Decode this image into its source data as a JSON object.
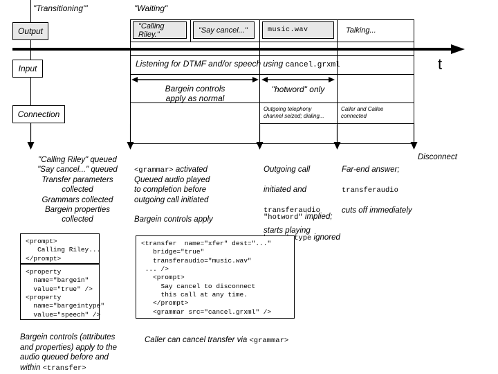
{
  "diagram": {
    "title_transitioning": "\"Transitioning\"'",
    "title_waiting": "\"Waiting\"",
    "time_axis_label": "t"
  },
  "lanes": [
    {
      "key": "output",
      "label": "Output"
    },
    {
      "key": "input",
      "label": "Input"
    },
    {
      "key": "connection",
      "label": "Connection"
    }
  ],
  "output_chips": [
    {
      "label": "\"Calling Riley.\"",
      "style": "sans"
    },
    {
      "label": "\"Say cancel...\"",
      "style": "sans"
    },
    {
      "label": "music.wav",
      "style": "mono"
    },
    {
      "label": "Talking...",
      "style": "plain"
    }
  ],
  "input_row": {
    "text_prefix": "Listening for DTMF and/or speech using ",
    "text_code": "cancel.grxml"
  },
  "bargein_spans": [
    {
      "key": "normal",
      "label": "Bargein controls\napply as normal"
    },
    {
      "key": "hotword",
      "label": "\"hotword\" only"
    }
  ],
  "connection_cells": [
    {
      "key": "dialing",
      "label": "Outgoing telephony\nchannel seized; dialing..."
    },
    {
      "key": "connected",
      "label": "Caller and Callee\nconnected"
    }
  ],
  "annotations": [
    {
      "key": "collected",
      "lines": "\"Calling Riley\" queued\n\"Say cancel...\" queued\nTransfer parameters\n    collected\nGrammars collected\nBargein properties\n    collected"
    },
    {
      "key": "grammar-activated",
      "head_code": "<grammar>",
      "head_tail": " activated",
      "body": "Queued audio played\nto completion before\noutgoing call initiated",
      "footer": "Bargein controls apply"
    },
    {
      "key": "outgoing-call",
      "l1": "Outgoing call",
      "l2": "initiated and",
      "l3_code": "transferaudio",
      "l4": "starts playing",
      "hot1_code": "\"hotword\"",
      "hot1_tail": " implied;",
      "hot2_code": "bargeintype",
      "hot2_tail": " ignored"
    },
    {
      "key": "far-end-answer",
      "l1": "Far-end answer;",
      "l2_code": "transferaudio",
      "l3": "cuts off immediately"
    },
    {
      "key": "disconnect",
      "label": "Disconnect"
    }
  ],
  "code_boxes": [
    {
      "key": "prompt-box",
      "code": "<prompt>\n   Calling Riley...\n</prompt>"
    },
    {
      "key": "property-box",
      "code": "<property\n  name=\"bargein\"\n  value=\"true\" />\n<property\n  name=\"bargeintype\"\n  value=\"speech\" />"
    },
    {
      "key": "transfer-box",
      "code": "<transfer  name=\"xfer\" dest=\"...\"\n   bridge=\"true\"\n   transferaudio=\"music.wav\"\n ... />\n   <prompt>\n     Say cancel to disconnect\n     this call at any time.\n   </prompt>\n   <grammar src=\"cancel.grxml\" />"
    }
  ],
  "captions": [
    {
      "key": "bargein-caption",
      "text_a": "Bargein controls (attributes\nand properties) apply to the\naudio queued before and\nwithin ",
      "text_code": "<transfer>"
    },
    {
      "key": "cancel-caption",
      "text_a": "Caller can cancel transfer via ",
      "text_code": "<grammar>"
    }
  ],
  "colors": {
    "line": "#000000",
    "chip_fill": "#e8e8e8",
    "background": "#ffffff"
  }
}
